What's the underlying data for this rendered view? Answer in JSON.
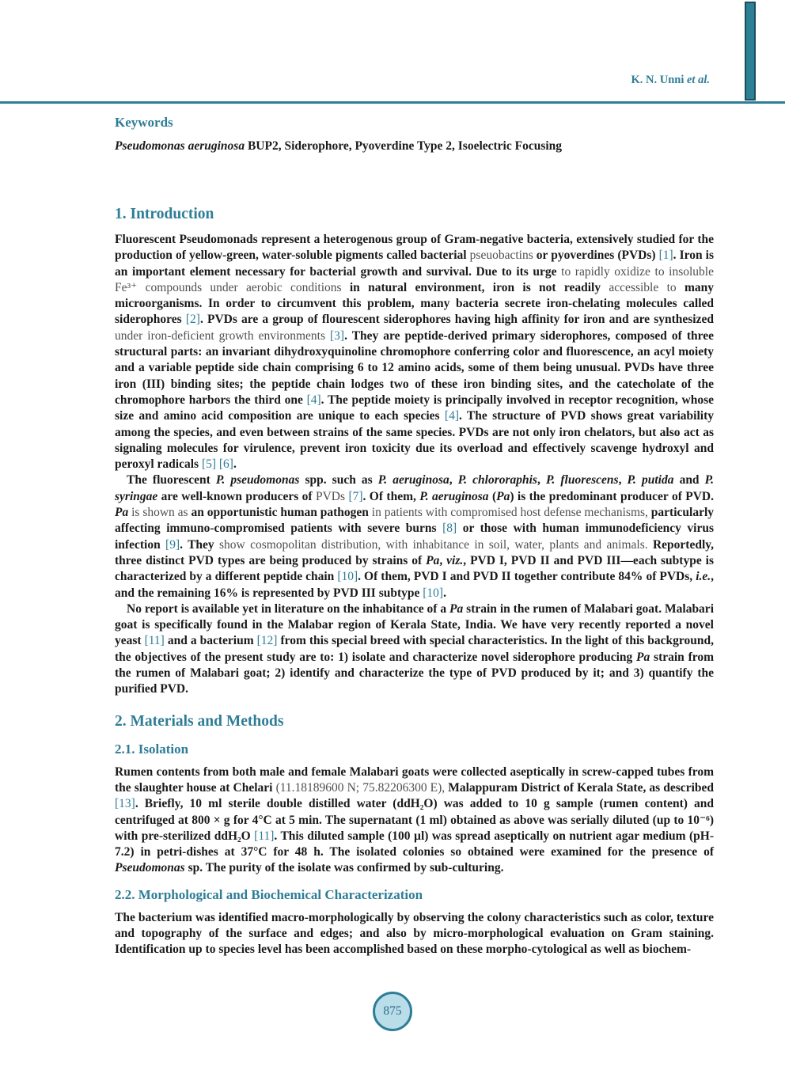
{
  "header": {
    "author": "K. N. Unni ",
    "etal": "et al."
  },
  "accent_color": "#2e7d96",
  "keywords": {
    "heading": "Keywords",
    "runs": [
      {
        "t": "Pseudomonas aeruginosa",
        "s": "bi"
      },
      {
        "t": " BUP2, Siderophore, Pyoverdine Type 2, Isoelectric Focusing",
        "s": "b"
      }
    ]
  },
  "sections": [
    {
      "heading": "1. Introduction",
      "level": 1,
      "paragraphs": [
        {
          "indent": false,
          "runs": [
            {
              "t": "Fluorescent Pseudomonads represent a heterogenous group of Gram-negative bacteria, extensively studied for the production of yellow-green, water-soluble pigments called bacterial ",
              "s": "b"
            },
            {
              "t": "pseuobactins ",
              "s": "l"
            },
            {
              "t": "or pyoverdines (PVDs) ",
              "s": "b"
            },
            {
              "t": "[1]",
              "s": "c"
            },
            {
              "t": ". Iron is an important element necessary for bacterial growth and survival. Due to its urge ",
              "s": "b"
            },
            {
              "t": "to rapidly oxidize to insoluble Fe³⁺ compounds under aerobic conditions ",
              "s": "l"
            },
            {
              "t": "in natural environment, iron is not readily ",
              "s": "b"
            },
            {
              "t": "accessible to ",
              "s": "l"
            },
            {
              "t": "many microorganisms. In order to circumvent this problem, many bacteria secrete iron-chelating molecules called siderophores ",
              "s": "b"
            },
            {
              "t": "[2]",
              "s": "c"
            },
            {
              "t": ". PVDs are a group of flourescent siderophores having high affinity for iron and are synthesized ",
              "s": "b"
            },
            {
              "t": "under iron-deficient growth environments ",
              "s": "l"
            },
            {
              "t": "[3]",
              "s": "c"
            },
            {
              "t": ". They are peptide-derived primary siderophores, composed of three structural parts: an invariant dihydroxyquinoline chromophore conferring color and fluorescence, an acyl moiety and a variable peptide side chain comprising 6 to 12 amino acids, some of them being unusual. PVDs have three iron (III) binding sites; the peptide chain lodges two of these iron binding sites, and the catecholate of the chromophore harbors the third one ",
              "s": "b"
            },
            {
              "t": "[4]",
              "s": "c"
            },
            {
              "t": ". The peptide moiety is principally involved in receptor recognition, whose size and amino acid composition are unique to each species ",
              "s": "b"
            },
            {
              "t": "[4]",
              "s": "c"
            },
            {
              "t": ". The structure of PVD shows great variability among the species, and even between strains of the same species. PVDs are not only iron chelators, but also act as signaling molecules for virulence, prevent iron toxicity due its overload and effectively scavenge hydroxyl and peroxyl radicals ",
              "s": "b"
            },
            {
              "t": "[5]",
              "s": "c"
            },
            {
              "t": " ",
              "s": "b"
            },
            {
              "t": "[6]",
              "s": "c"
            },
            {
              "t": ".",
              "s": "b"
            }
          ]
        },
        {
          "indent": true,
          "runs": [
            {
              "t": "The fluorescent ",
              "s": "b"
            },
            {
              "t": "P. pseudomonas ",
              "s": "bi"
            },
            {
              "t": "spp. such as ",
              "s": "b"
            },
            {
              "t": "P. aeruginosa",
              "s": "bi"
            },
            {
              "t": ", ",
              "s": "b"
            },
            {
              "t": "P. chlororaphis",
              "s": "bi"
            },
            {
              "t": ", ",
              "s": "b"
            },
            {
              "t": "P. fluorescens",
              "s": "bi"
            },
            {
              "t": ", ",
              "s": "b"
            },
            {
              "t": "P. putida ",
              "s": "bi"
            },
            {
              "t": "and ",
              "s": "b"
            },
            {
              "t": "P. syringae ",
              "s": "bi"
            },
            {
              "t": "are well-known producers of ",
              "s": "b"
            },
            {
              "t": "PVDs ",
              "s": "l"
            },
            {
              "t": "[7]",
              "s": "c"
            },
            {
              "t": ". Of them, ",
              "s": "b"
            },
            {
              "t": "P. aeruginosa ",
              "s": "bi"
            },
            {
              "t": "(",
              "s": "b"
            },
            {
              "t": "Pa",
              "s": "bi"
            },
            {
              "t": ") is the predominant producer of PVD. ",
              "s": "b"
            },
            {
              "t": "Pa ",
              "s": "bi"
            },
            {
              "t": "is shown as ",
              "s": "l"
            },
            {
              "t": "an opportunistic human pathogen ",
              "s": "b"
            },
            {
              "t": "in patients with compromised host defense mechanisms, ",
              "s": "l"
            },
            {
              "t": "particularly affecting immuno-compromised patients with severe burns ",
              "s": "b"
            },
            {
              "t": "[8]",
              "s": "c"
            },
            {
              "t": " or those with human immunodeficiency virus infection ",
              "s": "b"
            },
            {
              "t": "[9]",
              "s": "c"
            },
            {
              "t": ". They ",
              "s": "b"
            },
            {
              "t": "show cosmopolitan distribution, with inhabitance in soil, water, plants and animals. ",
              "s": "l"
            },
            {
              "t": "Reportedly, three distinct PVD types are being produced by strains of ",
              "s": "b"
            },
            {
              "t": "Pa",
              "s": "bi"
            },
            {
              "t": ", ",
              "s": "b"
            },
            {
              "t": "viz.",
              "s": "bi"
            },
            {
              "t": ", PVD I, PVD II and PVD III—each subtype is characterized by a different peptide chain ",
              "s": "b"
            },
            {
              "t": "[10]",
              "s": "c"
            },
            {
              "t": ". Of them, PVD I and PVD II together contribute 84% of PVDs, ",
              "s": "b"
            },
            {
              "t": "i.e.",
              "s": "bi"
            },
            {
              "t": ", and the remaining 16% is represented by PVD III subtype ",
              "s": "b"
            },
            {
              "t": "[10]",
              "s": "c"
            },
            {
              "t": ".",
              "s": "b"
            }
          ]
        },
        {
          "indent": true,
          "runs": [
            {
              "t": "No report is available yet in literature on the inhabitance of a ",
              "s": "b"
            },
            {
              "t": "Pa ",
              "s": "bi"
            },
            {
              "t": "strain in the rumen of Malabari goat. Malabari goat is specifically found in the Malabar region of Kerala State, India. We have very recently reported a novel yeast ",
              "s": "b"
            },
            {
              "t": "[11]",
              "s": "c"
            },
            {
              "t": " and a bacterium ",
              "s": "b"
            },
            {
              "t": "[12]",
              "s": "c"
            },
            {
              "t": " from this special breed with special characteristics. In the light of this background, the objectives of the present study are to: 1) isolate and characterize novel siderophore producing ",
              "s": "b"
            },
            {
              "t": "Pa ",
              "s": "bi"
            },
            {
              "t": "strain from the rumen of Malabari goat; 2) identify and characterize the type of PVD produced by it; and 3) quantify the purified PVD.",
              "s": "b"
            }
          ]
        }
      ]
    },
    {
      "heading": "2. Materials and Methods",
      "level": 1,
      "paragraphs": []
    },
    {
      "heading": "2.1. Isolation",
      "level": 2,
      "paragraphs": [
        {
          "indent": false,
          "runs": [
            {
              "t": "Rumen contents from both male and female Malabari goats were collected aseptically in screw-capped tubes from the slaughter house at Chelari ",
              "s": "b"
            },
            {
              "t": "(11.18189600 N; 75.82206300 E), ",
              "s": "l"
            },
            {
              "t": "Malappuram District of Kerala State, as described ",
              "s": "b"
            },
            {
              "t": "[13]",
              "s": "c"
            },
            {
              "t": ". Briefly, 10 ml sterile double distilled water (ddH₂O) was added to 10 g sample (rumen content) and centrifuged at 800 × g for 4°C at 5 min. The supernatant (1 ml) obtained as above was serially diluted (up to 10⁻⁶) with pre-sterilized ddH₂O ",
              "s": "b"
            },
            {
              "t": "[11]",
              "s": "c"
            },
            {
              "t": ". This diluted sample (100 µl) was spread aseptically on nutrient agar medium (pH-7.2) in petri-dishes at 37°C for 48 h. The isolated colonies so obtained were examined for the presence of ",
              "s": "b"
            },
            {
              "t": "Pseudomonas ",
              "s": "bi"
            },
            {
              "t": "sp. The purity of the isolate was confirmed by sub-culturing.",
              "s": "b"
            }
          ]
        }
      ]
    },
    {
      "heading": "2.2. Morphological and Biochemical Characterization",
      "level": 2,
      "paragraphs": [
        {
          "indent": false,
          "runs": [
            {
              "t": "The bacterium was identified macro-morphologically by observing the colony characteristics such as color, texture and topography of the surface and edges; and also by micro-morphological evaluation on Gram staining. Identification up to species level has been accomplished based on these morpho-cytological as well as biochem-",
              "s": "b"
            }
          ]
        }
      ]
    }
  ],
  "footer": {
    "page_number": "875"
  }
}
